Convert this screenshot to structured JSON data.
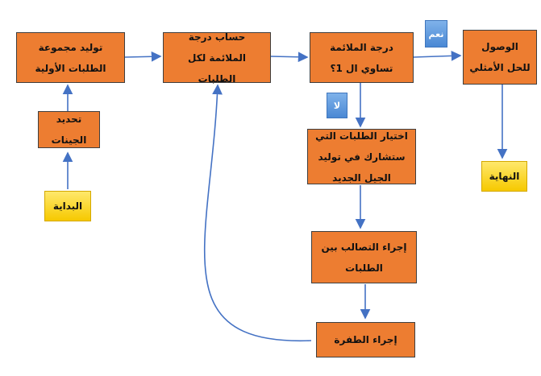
{
  "nodes": {
    "generate_population": "توليد مجموعة الطلبات الأولية",
    "compute_fitness": "حساب درجة الملائمة لكل الطلبات",
    "fitness_check": "درجة الملائمة تساوي ال 1؟",
    "reach_optimal": "الوصول للحل الأمثلي",
    "set_genes": "تحديد الجينات",
    "select_requests": "اختيار الطلبات التي ستشارك في توليد الجيل الجديد",
    "crossover": "إجراء التصالب بين الطلبات",
    "mutation": "إجراء الطفرة",
    "start": "البداية",
    "end": "النهاية"
  },
  "labels": {
    "yes": "نعم",
    "no": "لا"
  },
  "colors": {
    "process_fill": "#ed7d31",
    "terminal_fill": "#ffd400",
    "label_fill": "#5b9bd5",
    "arrow": "#4472c4"
  }
}
